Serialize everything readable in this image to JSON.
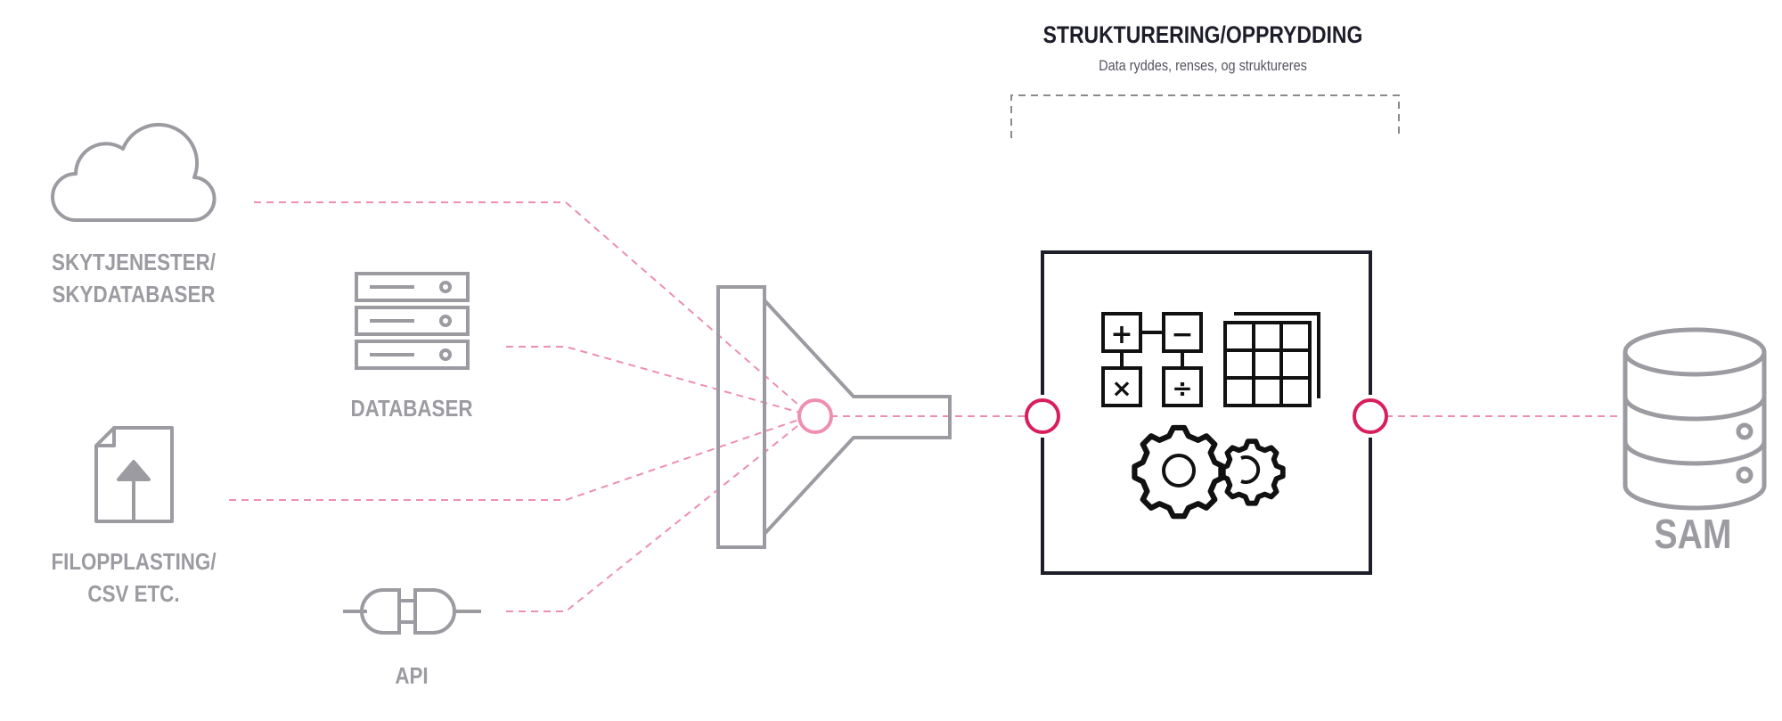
{
  "header": {
    "title": "STRUKTURERING/OPPRYDDING",
    "subtitle": "Data ryddes, renses, og struktureres"
  },
  "sources": {
    "cloud": {
      "line1": "SKYTJENESTER/",
      "line2": "SKYDATABASER",
      "icon": "cloud-icon"
    },
    "database": {
      "label": "DATABASER",
      "icon": "server-rack-icon"
    },
    "file": {
      "line1": "FILOPPLASTING/",
      "line2": "CSV ETC.",
      "icon": "file-upload-icon"
    },
    "api": {
      "label": "API",
      "icon": "plug-icon"
    }
  },
  "destination": {
    "label": "SAM",
    "icon": "database-cylinder-icon"
  },
  "processor": {
    "icons": [
      "calculator-operators-icon",
      "table-grid-icon",
      "gears-icon"
    ],
    "operators": [
      "+",
      "−",
      "×",
      "÷"
    ]
  },
  "colors": {
    "connector": "#ee8fae",
    "node_accent": "#d81e5b",
    "node_soft": "#ee8fae",
    "icon_gray": "#9b9ba1",
    "frame_dark": "#1e1e2a",
    "bracket": "#8a8a8a"
  }
}
